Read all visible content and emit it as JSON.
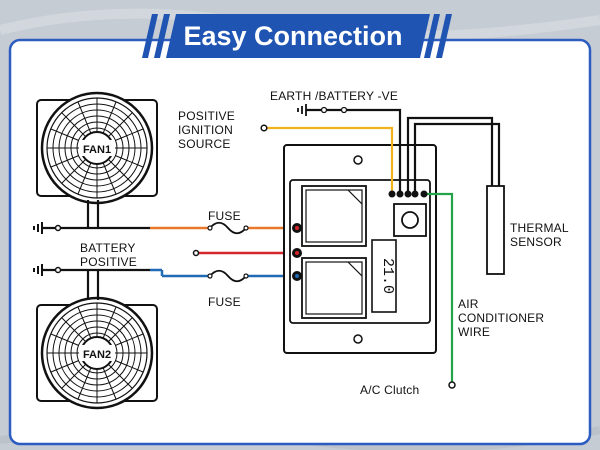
{
  "title": "Easy Connection",
  "colors": {
    "banner": "#1f54b3",
    "panel_border": "#2c5cc0",
    "wire_orange": "#e8792a",
    "wire_red": "#d4262b",
    "wire_blue": "#1f6bb5",
    "wire_yellow": "#f2b21b",
    "wire_green": "#23a24a"
  },
  "labels": {
    "earth": "EARTH /BATTERY -VE",
    "ignition": [
      "POSITIVE",
      "IGNITION",
      "SOURCE"
    ],
    "fuse_top": "FUSE",
    "fuse_bottom": "FUSE",
    "battery": [
      "BATTERY",
      "POSITIVE"
    ],
    "thermal": [
      "THERMAL",
      "SENSOR"
    ],
    "aircon": [
      "AIR",
      "CONDITIONER",
      "WIRE"
    ],
    "clutch": "A/C Clutch",
    "fan1": "FAN1",
    "fan2": "FAN2",
    "display": "21.0"
  }
}
